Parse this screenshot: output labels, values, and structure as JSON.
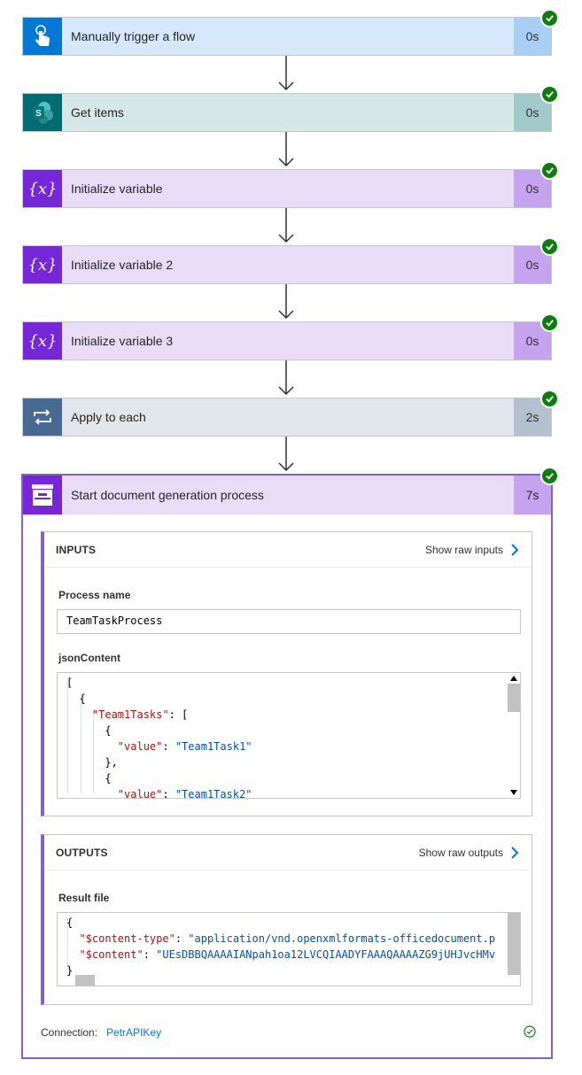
{
  "steps": [
    {
      "title": "Manually trigger a flow",
      "duration": "0s",
      "icon": "touch-icon",
      "colors": {
        "bg": "#d6e8fd",
        "icon_bg": "#0078d4",
        "dur_bg": "#a9cff5"
      }
    },
    {
      "title": "Get items",
      "duration": "0s",
      "icon": "sharepoint-icon",
      "colors": {
        "bg": "#d6e7e7",
        "icon_bg": "#036c70",
        "dur_bg": "#a2c9c9"
      }
    },
    {
      "title": "Initialize variable",
      "duration": "0s",
      "icon": "variable-icon",
      "colors": {
        "bg": "#e8dcf7",
        "icon_bg": "#7628d9",
        "dur_bg": "#c6a3ee"
      }
    },
    {
      "title": "Initialize variable 2",
      "duration": "0s",
      "icon": "variable-icon",
      "colors": {
        "bg": "#e8dcf7",
        "icon_bg": "#7628d9",
        "dur_bg": "#c6a3ee"
      }
    },
    {
      "title": "Initialize variable 3",
      "duration": "0s",
      "icon": "variable-icon",
      "colors": {
        "bg": "#e8dcf7",
        "icon_bg": "#7628d9",
        "dur_bg": "#c6a3ee"
      }
    },
    {
      "title": "Apply to each",
      "duration": "2s",
      "icon": "loop-icon",
      "colors": {
        "bg": "#e1e6ec",
        "icon_bg": "#486991",
        "dur_bg": "#b4c0ce"
      }
    }
  ],
  "doc_step": {
    "title": "Start document generation process",
    "duration": "7s",
    "icon": "archive-icon",
    "inputs": {
      "header": "INPUTS",
      "raw_link": "Show raw inputs",
      "process_name_label": "Process name",
      "process_name_value": "TeamTaskProcess",
      "json_label": "jsonContent",
      "json_lines": {
        "l1": "[",
        "l2": "{",
        "l3_key": "\"Team1Tasks\"",
        "l3_rest": ": [",
        "l4": "{",
        "l5_key": "\"value\"",
        "l5_sep": ": ",
        "l5_val": "\"Team1Task1\"",
        "l6": "},",
        "l7": "{",
        "l8_key": "\"value\"",
        "l8_sep": ": ",
        "l8_val": "\"Team1Task2\""
      }
    },
    "outputs": {
      "header": "OUTPUTS",
      "raw_link": "Show raw outputs",
      "result_label": "Result file",
      "code_lines": {
        "l1": "{",
        "l2_key": "\"$content-type\"",
        "l2_sep": ": ",
        "l2_val": "\"application/vnd.openxmlformats-officedocument.p",
        "l3_key": "\"$content\"",
        "l3_sep": ": ",
        "l3_val": "\"UEsDBBQAAAAIANpah1oa12LVCQIAADYFAAAQAAAAZG9jUHJvcHMv",
        "l4": "}"
      }
    },
    "connection_label": "Connection:",
    "connection_value": "PetrAPIKey"
  },
  "colors": {
    "success": "#107c10",
    "accent": "#8661c5",
    "link": "#0078d4"
  }
}
